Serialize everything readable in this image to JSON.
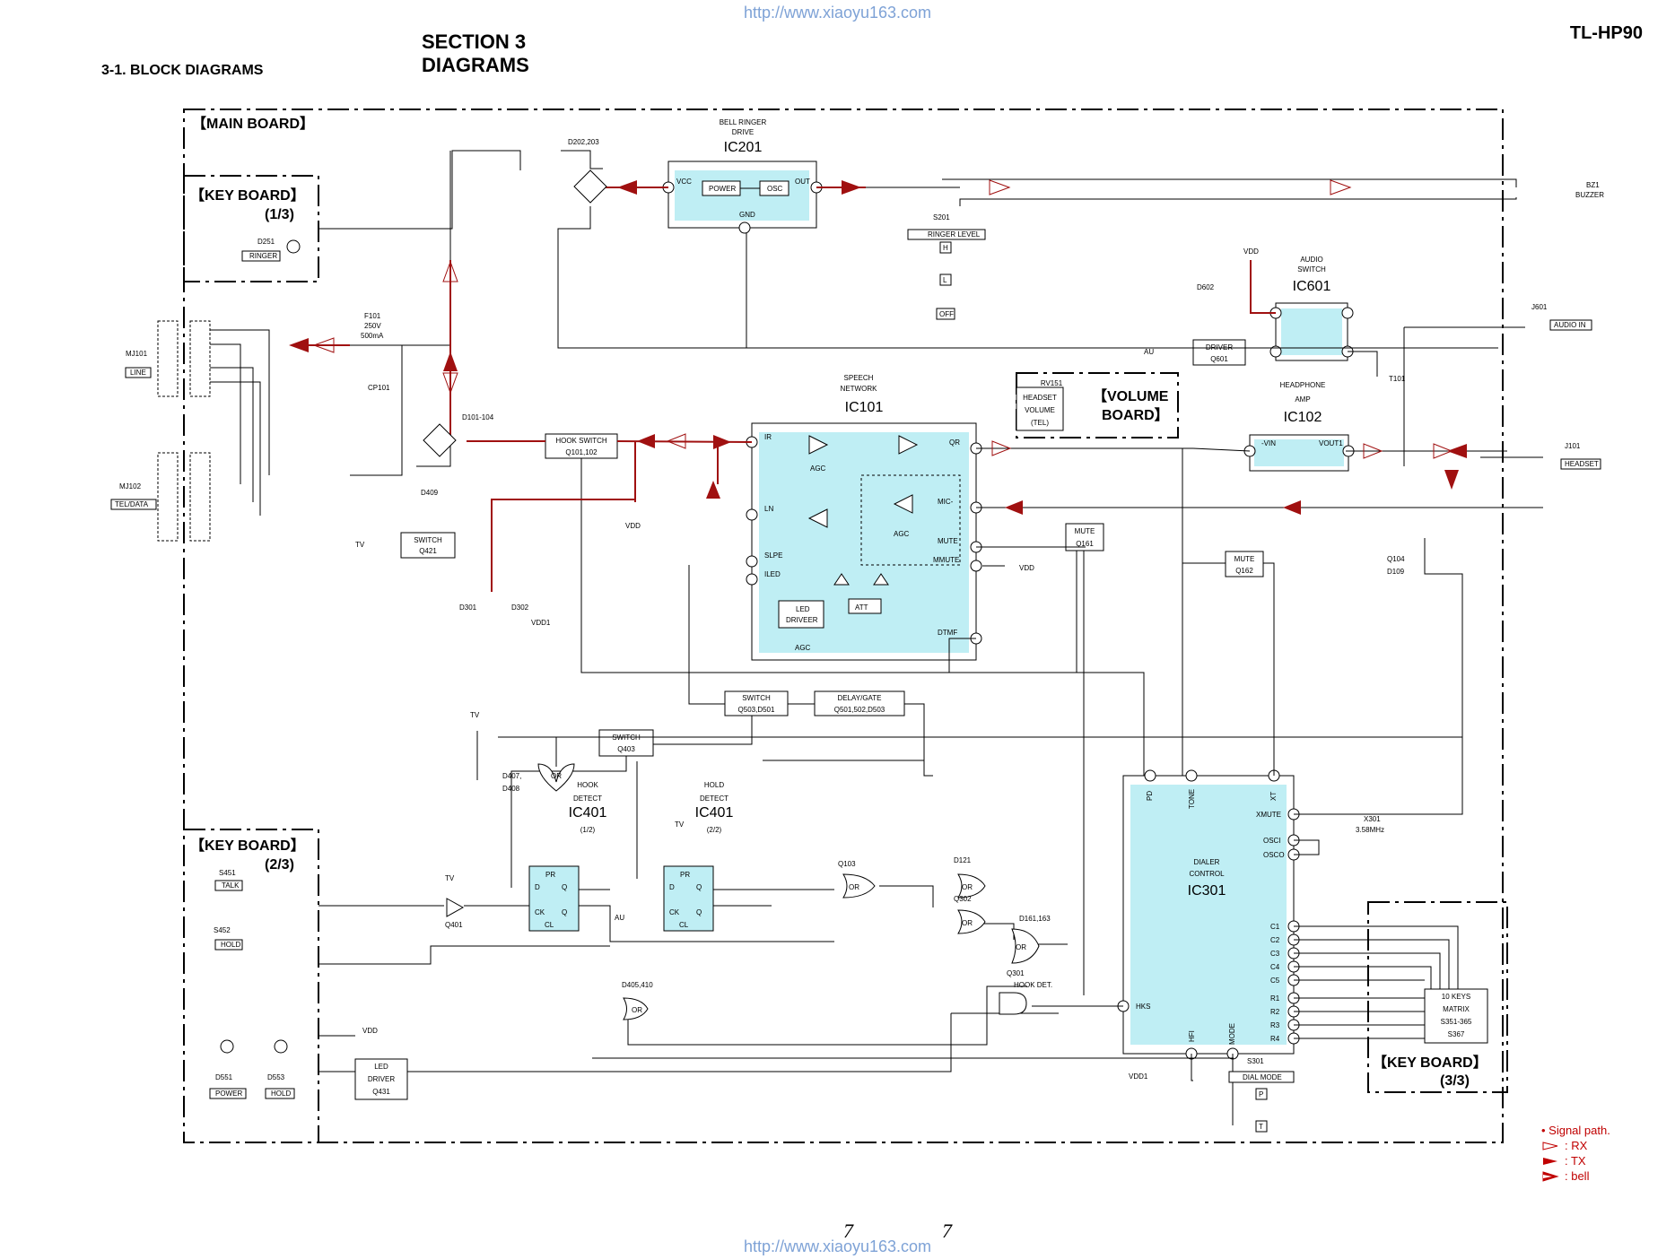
{
  "header": {
    "url_top": "http://www.xiaoyu163.com",
    "url_bottom": "http://www.xiaoyu163.com",
    "section_line1": "SECTION 3",
    "section_line2": "DIAGRAMS",
    "model": "TL-HP90",
    "subtitle": "3-1. BLOCK DIAGRAMS"
  },
  "boards": {
    "main": "【MAIN BOARD】",
    "key13_a": "【KEY BOARD】",
    "key13_b": "(1/3)",
    "key23_a": "【KEY BOARD】",
    "key23_b": "(2/3)",
    "key33_a": "【KEY BOARD】",
    "key33_b": "(3/3)",
    "volume_a": "【VOLUME",
    "volume_b": "BOARD】"
  },
  "ics": {
    "ic201": {
      "name": "IC201",
      "desc1": "BELL RINGER",
      "desc2": "DRIVE",
      "vcc": "VCC",
      "out": "OUT",
      "gnd": "GND",
      "power": "POWER",
      "osc": "OSC"
    },
    "ic101": {
      "name": "IC101",
      "desc1": "SPEECH",
      "desc2": "NETWORK",
      "ir": "IR",
      "ln": "LN",
      "slpe": "SLPE",
      "iled": "ILED",
      "qr": "QR",
      "mic": "MIC-",
      "mute": "MUTE",
      "mmute": "MMUTE",
      "dtmf": "DTMF",
      "agc": "AGC",
      "led": "LED",
      "driver": "DRIVEER",
      "att": "ATT"
    },
    "ic601": {
      "name": "IC601",
      "desc1": "AUDIO",
      "desc2": "SWITCH"
    },
    "ic102": {
      "name": "IC102",
      "desc1": "HEADPHONE",
      "desc2": "AMP",
      "vin": "-VIN",
      "vout": "VOUT1"
    },
    "ic401a": {
      "name": "IC401",
      "sub": "(1/2)",
      "desc1": "HOOK",
      "desc2": "DETECT"
    },
    "ic401b": {
      "name": "IC401",
      "sub": "(2/2)",
      "desc1": "HOLD",
      "desc2": "DETECT"
    },
    "ic301": {
      "name": "IC301",
      "desc1": "DIALER",
      "desc2": "CONTROL",
      "pd": "PD",
      "tone": "TONE",
      "xt": "XT",
      "xmute": "XMUTE",
      "osci": "OSCI",
      "osco": "OSCO",
      "hks": "HKS",
      "hfi": "HFI",
      "mode": "MODE"
    }
  },
  "blocks": {
    "hook_switch": "HOOK SWITCH",
    "hook_switch_q": "Q101,102",
    "switch_q421": "SWITCH",
    "q421": "Q421",
    "switch_q503": "SWITCH",
    "q503": "Q503,D501",
    "delay_gate": "DELAY/GATE",
    "q501": "Q501,502,D503",
    "switch_q403": "SWITCH",
    "q403": "Q403",
    "mute_q161": "MUTE",
    "q161": "Q161",
    "mute_q162": "MUTE",
    "q162": "Q162",
    "driver_q601": "DRIVER",
    "q601": "Q601",
    "led_driver": "LED",
    "led_driver2": "DRIVER",
    "q431": "Q431",
    "ten_keys": "10 KEYS",
    "matrix": "MATRIX",
    "s351": "S351-365",
    "s367": "S367",
    "rv151": "RV151",
    "headset_vol1": "HEADSET",
    "headset_vol2": "VOLUME",
    "headset_vol3": "(TEL)"
  },
  "labels": {
    "mj101": "MJ101",
    "line": "LINE",
    "mj102": "MJ102",
    "teldata": "TEL/DATA",
    "f101": "F101",
    "f101v": "250V",
    "f101a": "500mA",
    "cp101": "CP101",
    "d101": "D101-104",
    "d202": "D202,203",
    "d251": "D251",
    "ringer": "RINGER",
    "s201": "S201",
    "ringer_level": "RINGER LEVEL",
    "h": "H",
    "l": "L",
    "off": "OFF",
    "bz1": "BZ1",
    "buzzer": "BUZZER",
    "vdd": "VDD",
    "d602": "D602",
    "au": "AU",
    "j601": "J601",
    "audio_in": "AUDIO IN",
    "t101": "T101",
    "j101": "J101",
    "headset": "HEADSET",
    "d409": "D409",
    "tv": "TV",
    "vdd_lbl": "VDD",
    "d301": "D301",
    "d302": "D302",
    "vdd1": "VDD1",
    "q104": "Q104",
    "d109": "D109",
    "d407": "D407,",
    "d408": "D408",
    "or": "OR",
    "s451": "S451",
    "talk": "TALK",
    "s452": "S452",
    "hold": "HOLD",
    "q401": "Q401",
    "q103": "Q103",
    "d121": "D121",
    "q302": "Q302",
    "d161": "D161,163",
    "q301": "Q301",
    "hook_det": "HOOK DET.",
    "d405": "D405,410",
    "x301": "X301",
    "x301f": "3.58MHz",
    "d551": "D551",
    "power": "POWER",
    "d553": "D553",
    "hold2": "HOLD",
    "vdd_led": "VDD",
    "s301": "S301",
    "dial_mode": "DIAL MODE",
    "p": "P",
    "t": "T",
    "vdd1b": "VDD1",
    "c1": "C1",
    "c2": "C2",
    "c3": "C3",
    "c4": "C4",
    "c5": "C5",
    "r1": "R1",
    "r2": "R2",
    "r3": "R3",
    "r4": "R4",
    "pr": "PR",
    "d": "D",
    "q": "Q",
    "ck": "CK",
    "cl": "CL",
    "qbar": "Q"
  },
  "legend": {
    "title": "• Signal path.",
    "rx": ": RX",
    "tx": ": TX",
    "bell": ": bell"
  },
  "page_numbers": [
    "7",
    "7"
  ],
  "colors": {
    "ic_fill": "#bfeef4",
    "signal": "#a01010",
    "accent_url": "#7ea2d6",
    "legend": "#c00000"
  }
}
